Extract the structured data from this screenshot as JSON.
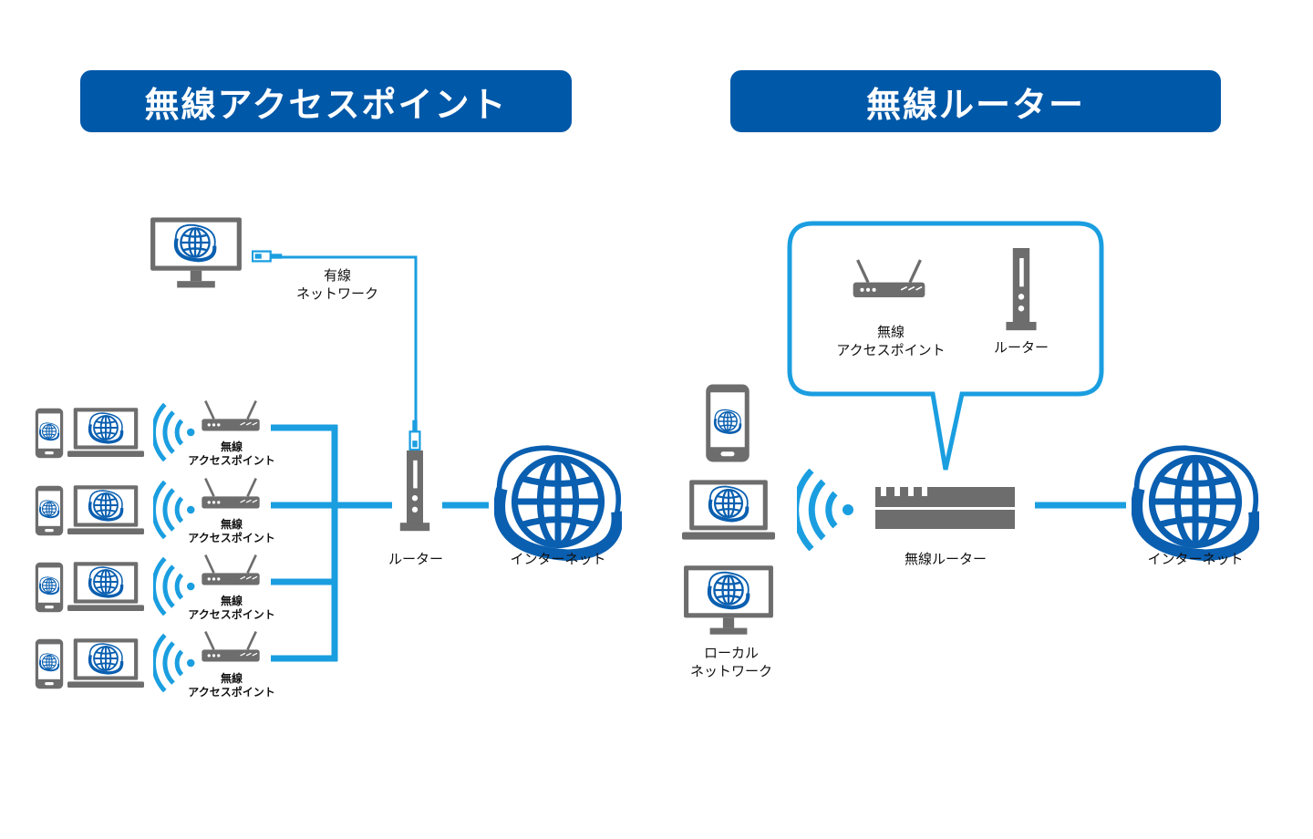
{
  "colors": {
    "banner": "#0058a8",
    "line": "#1a9ee0",
    "device": "#6d6d6d",
    "globe": "#0a5fb0",
    "bubble_border": "#1a9ee0"
  },
  "left": {
    "title": "無線アクセスポイント",
    "wired_label_line1": "有線",
    "wired_label_line2": "ネットワーク",
    "ap_rows": [
      {
        "line1": "無線",
        "line2": "アクセスポイント"
      },
      {
        "line1": "無線",
        "line2": "アクセスポイント"
      },
      {
        "line1": "無線",
        "line2": "アクセスポイント"
      },
      {
        "line1": "無線",
        "line2": "アクセスポイント"
      }
    ],
    "router_label": "ルーター",
    "internet_label": "インターネット"
  },
  "right": {
    "title": "無線ルーター",
    "bubble_ap_line1": "無線",
    "bubble_ap_line2": "アクセスポイント",
    "bubble_router": "ルーター",
    "wireless_router_label": "無線ルーター",
    "internet_label": "インターネット",
    "local_line1": "ローカル",
    "local_line2": "ネットワーク"
  },
  "icons": [
    "globe-icon",
    "monitor-icon",
    "laptop-icon",
    "smartphone-icon",
    "wifi-icon",
    "access-point-icon",
    "router-icon",
    "lan-connector-icon"
  ]
}
